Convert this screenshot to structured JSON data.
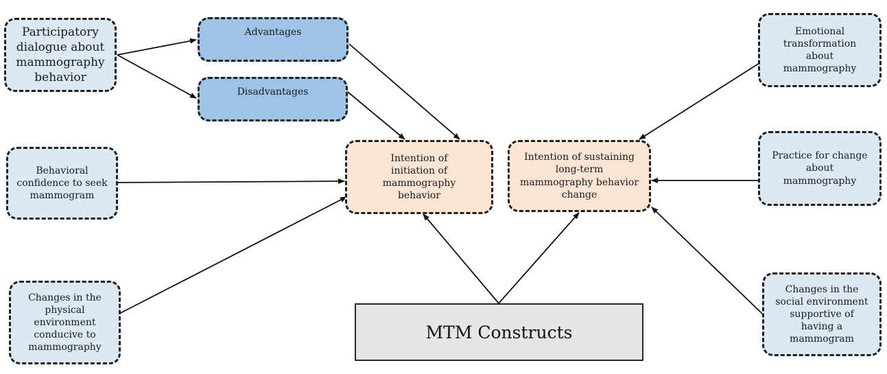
{
  "diagram": {
    "nodes": {
      "participatory": "Participatory\ndialogue about\nmammography\nbehavior",
      "advantages": "Advantages",
      "disadvantages": "Disadvantages",
      "behavioral_confidence": "Behavioral\nconfidence to seek\nmammogram",
      "changes_physical": "Changes in the\nphysical\nenvironment\nconducive to\nmammography",
      "intention_initiation": "Intention of\ninitiation of\nmammography\nbehavior",
      "intention_sustaining": "Intention of sustaining\nlong-term\nmammography behavior\nchange",
      "emotional_transformation": "Emotional\ntransformation\nabout\nmammography",
      "practice_for_change": "Practice for change\nabout\nmammography",
      "changes_social": "Changes in the\nsocial environment\nsupportive of\nhaving a\nmammogram",
      "mtm_constructs": "MTM Constructs"
    },
    "colors": {
      "light_blue_fill": "#dce8f4",
      "blue_fill": "#9dc3e6",
      "peach_fill": "#fae5d5",
      "center_fill": "#e6e6e6",
      "stroke": "#1f1f1f"
    },
    "edges": [
      {
        "from": "participatory",
        "to": "advantages"
      },
      {
        "from": "participatory",
        "to": "disadvantages"
      },
      {
        "from": "advantages",
        "to": "intention_initiation"
      },
      {
        "from": "disadvantages",
        "to": "intention_initiation"
      },
      {
        "from": "behavioral_confidence",
        "to": "intention_initiation"
      },
      {
        "from": "changes_physical",
        "to": "intention_initiation"
      },
      {
        "from": "mtm_constructs",
        "to": "intention_initiation"
      },
      {
        "from": "mtm_constructs",
        "to": "intention_sustaining"
      },
      {
        "from": "emotional_transformation",
        "to": "intention_sustaining"
      },
      {
        "from": "practice_for_change",
        "to": "intention_sustaining"
      },
      {
        "from": "changes_social",
        "to": "intention_sustaining"
      }
    ]
  }
}
